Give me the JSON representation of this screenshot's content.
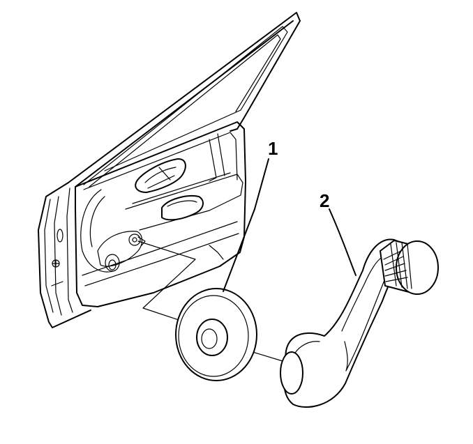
{
  "callouts": [
    {
      "id": "1",
      "label": "1"
    },
    {
      "id": "2",
      "label": "2"
    }
  ],
  "parts": [
    {
      "callout": "1",
      "icon": "window-crank-bearing-plate"
    },
    {
      "callout": "2",
      "icon": "window-regulator-handle"
    }
  ],
  "context_icon": "front-door-inner-panel"
}
